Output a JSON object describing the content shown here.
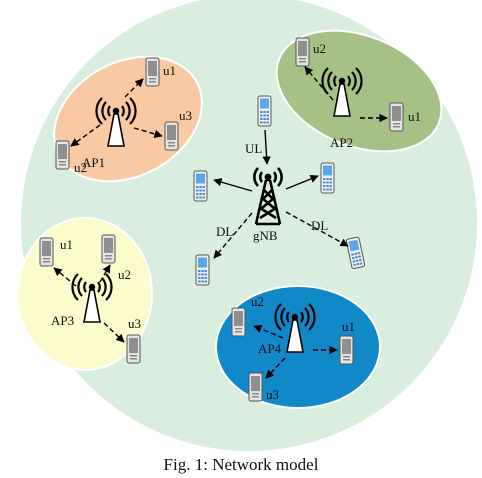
{
  "caption": "Fig. 1: Network model",
  "colors": {
    "cell": "#d9eedf",
    "ap1": "#f9c9a3",
    "ap2": "#a6c185",
    "ap3": "#fbfbcb",
    "ap4": "#1188c8",
    "phone_body": "#e6e6e6",
    "blue_phone_screen": "#5aa7e8"
  },
  "gnb": {
    "label": "gNB",
    "uplink_label": "UL",
    "downlink_left_label": "DL",
    "downlink_right_label": "DL",
    "icon": "antenna-tower-icon"
  },
  "access_points": {
    "ap1": {
      "label": "AP1",
      "users": [
        "u1",
        "u2",
        "u3"
      ]
    },
    "ap2": {
      "label": "AP2",
      "users": [
        "u1",
        "u2"
      ]
    },
    "ap3": {
      "label": "AP3",
      "users": [
        "u1",
        "u2",
        "u3"
      ]
    },
    "ap4": {
      "label": "AP4",
      "users": [
        "u1",
        "u2",
        "u3"
      ]
    }
  }
}
